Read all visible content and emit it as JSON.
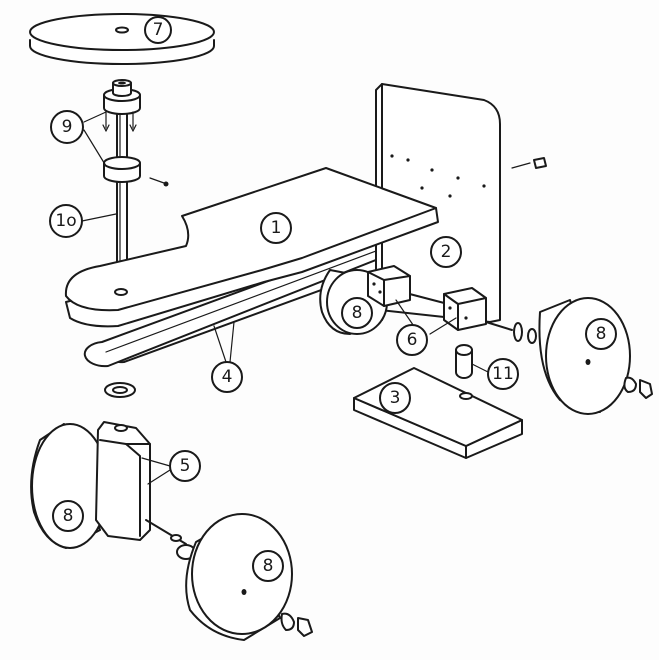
{
  "labels": {
    "seat_top": "7",
    "clamp_collars": "9",
    "spindle": "1o",
    "body_board": "1",
    "back_board": "2",
    "rear_axle_blocks": "6",
    "rear_wheel_left": "8",
    "rear_wheel_right": "8",
    "stop_peg": "11",
    "footboard": "3",
    "side_rails": "4",
    "front_block": "5",
    "front_wheel_left": "8",
    "front_wheel_right": "8"
  }
}
